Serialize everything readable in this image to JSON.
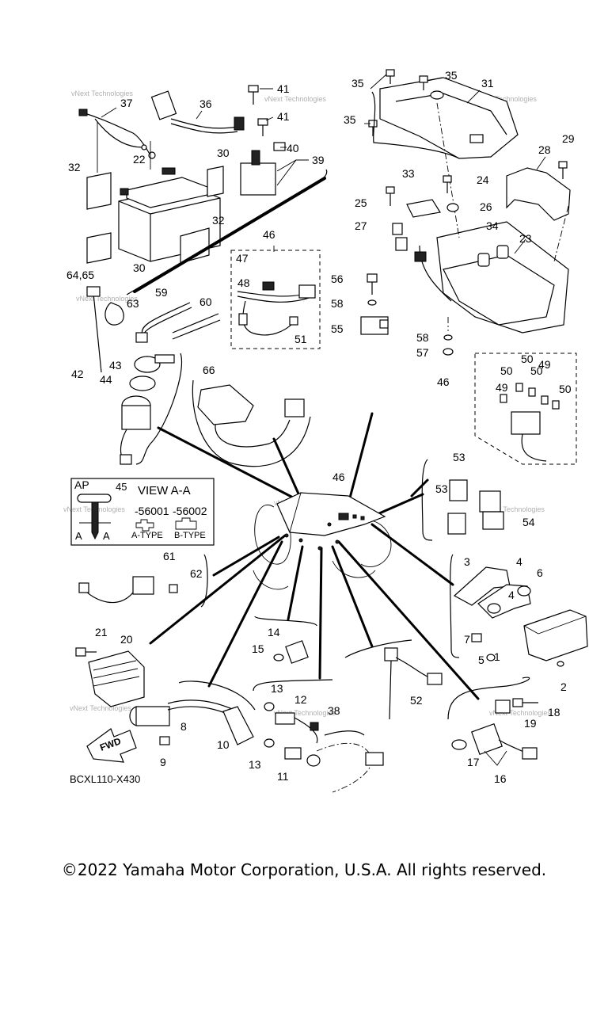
{
  "diagram": {
    "code": "BCXL110-X430",
    "copyright": "©2022 Yamaha Motor Corporation, U.S.A. All rights reserved.",
    "watermark": "vNext Technologies",
    "view_box": {
      "ap_label": "AP",
      "part_ref": "45",
      "title": "VIEW A-A",
      "type_a_code": "-56001",
      "type_b_code": "-56002",
      "type_a_label": "A-TYPE",
      "type_b_label": "B-TYPE",
      "arrow_label_left": "A",
      "arrow_label_right": "A"
    },
    "fwd_label": "FWD",
    "callouts": [
      "41",
      "41",
      "37",
      "36",
      "40",
      "39",
      "30",
      "22",
      "32",
      "32",
      "30",
      "35",
      "35",
      "35",
      "31",
      "28",
      "29",
      "24",
      "33",
      "25",
      "26",
      "27",
      "34",
      "23",
      "46",
      "47",
      "48",
      "51",
      "56",
      "58",
      "55",
      "58",
      "57",
      "46",
      "50",
      "49",
      "50",
      "50",
      "49",
      "50",
      "64,65",
      "63",
      "59",
      "60",
      "43",
      "42",
      "44",
      "66",
      "46",
      "53",
      "53",
      "54",
      "61",
      "62",
      "3",
      "4",
      "6",
      "4",
      "7",
      "5",
      "1",
      "2",
      "21",
      "20",
      "14",
      "15",
      "52",
      "13",
      "12",
      "38",
      "8",
      "10",
      "9",
      "13",
      "11",
      "18",
      "19",
      "17",
      "16"
    ]
  }
}
